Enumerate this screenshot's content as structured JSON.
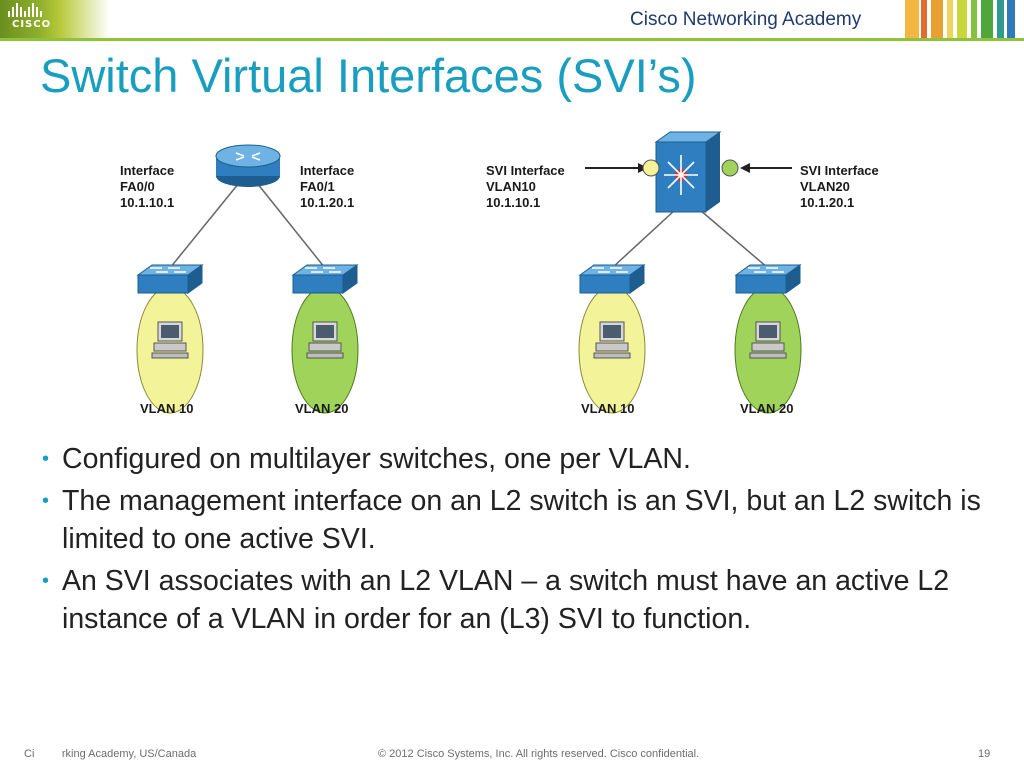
{
  "header": {
    "logo_text": "CISCO",
    "academy": "Cisco Networking Academy"
  },
  "title": "Switch Virtual Interfaces (SVI’s)",
  "diagram": {
    "left": {
      "label_a": [
        "Interface",
        "FA0/0",
        "10.1.10.1"
      ],
      "label_b": [
        "Interface",
        "FA0/1",
        "10.1.20.1"
      ],
      "vlan_a": "VLAN 10",
      "vlan_b": "VLAN 20"
    },
    "right": {
      "label_a": [
        "SVI Interface",
        "VLAN10",
        "10.1.10.1"
      ],
      "label_b": [
        "SVI Interface",
        "VLAN20",
        "10.1.20.1"
      ],
      "vlan_a": "VLAN 10",
      "vlan_b": "VLAN 20"
    },
    "colors": {
      "vlan10": "#f3f39a",
      "vlan20": "#9fd35a",
      "switch": "#2f7fc0"
    }
  },
  "bullets": [
    "Configured on multilayer switches, one per VLAN.",
    "The management interface on an L2 switch is an SVI, but an L2 switch is limited to one active SVI.",
    "An SVI associates with an L2 VLAN – a switch must have an active L2 instance of a VLAN in order for an (L3) SVI to function."
  ],
  "footer": {
    "left": "Ci         rking Academy, US/Canada",
    "center": "© 2012 Cisco Systems, Inc. All rights reserved. Cisco confidential.",
    "page": "19"
  }
}
